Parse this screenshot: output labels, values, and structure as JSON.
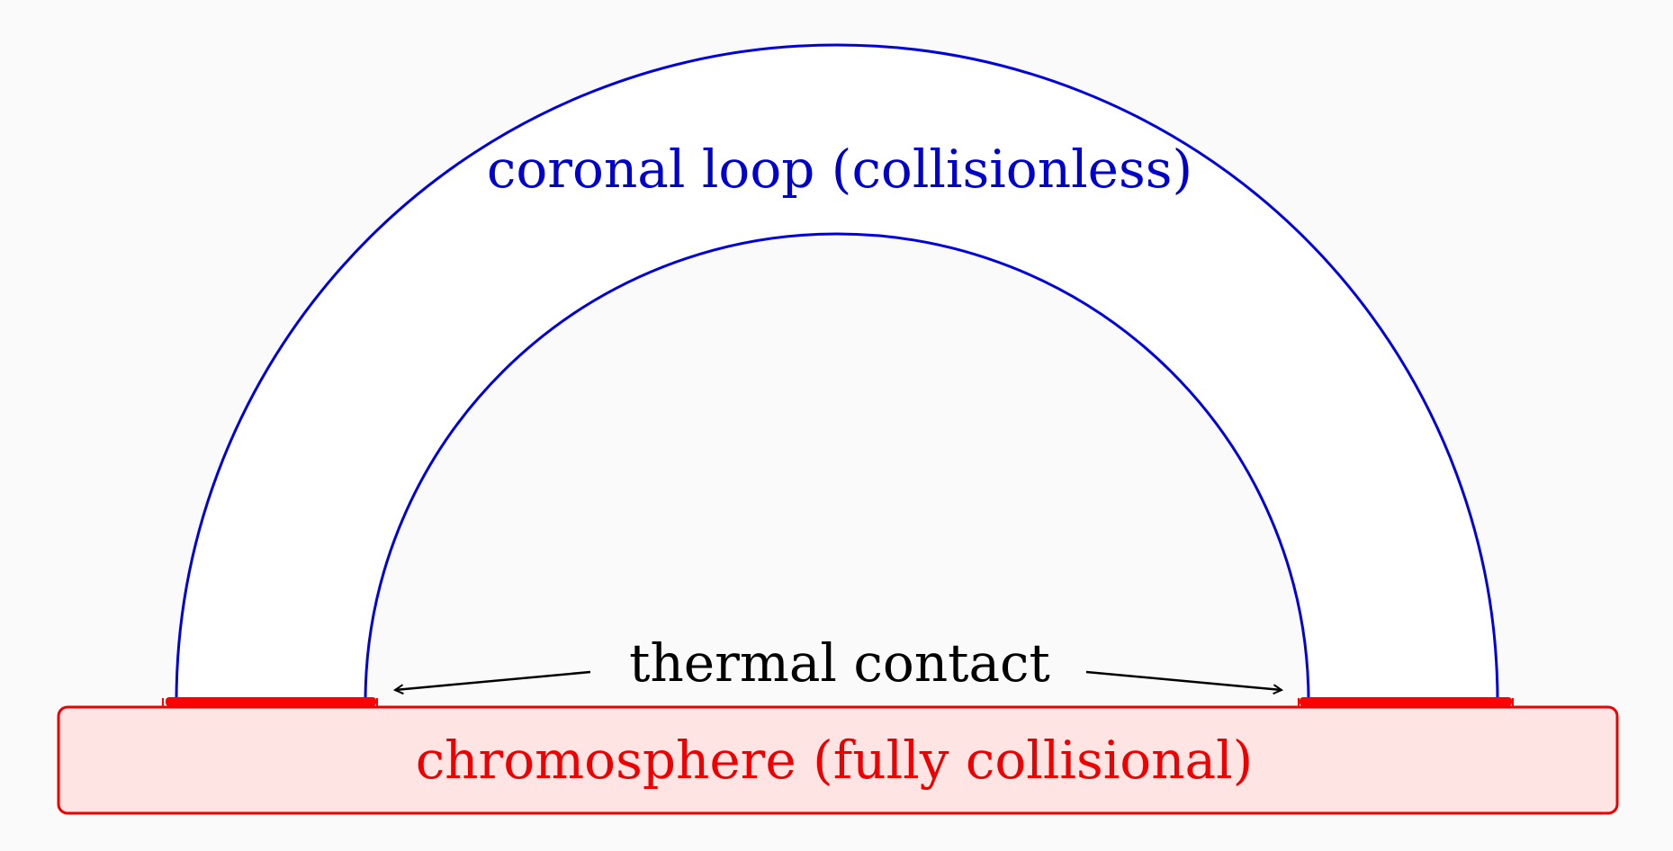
{
  "labels": {
    "coronal_loop": "coronal loop (collisionless)",
    "thermal_contact": "thermal contact",
    "chromosphere": "chromosphere (fully collisional)"
  },
  "colors": {
    "background": "#fafafa",
    "loop_stroke": "#0000dd",
    "loop_fill": "#ffffff",
    "chromosphere_stroke": "#ee0000",
    "chromosphere_fill": "#ffe4e4",
    "contact_bar": "#ff0000",
    "label_coronal": "#0000cc",
    "label_chromosphere": "#ee0000",
    "label_thermal": "#000000",
    "arrow": "#000000"
  }
}
